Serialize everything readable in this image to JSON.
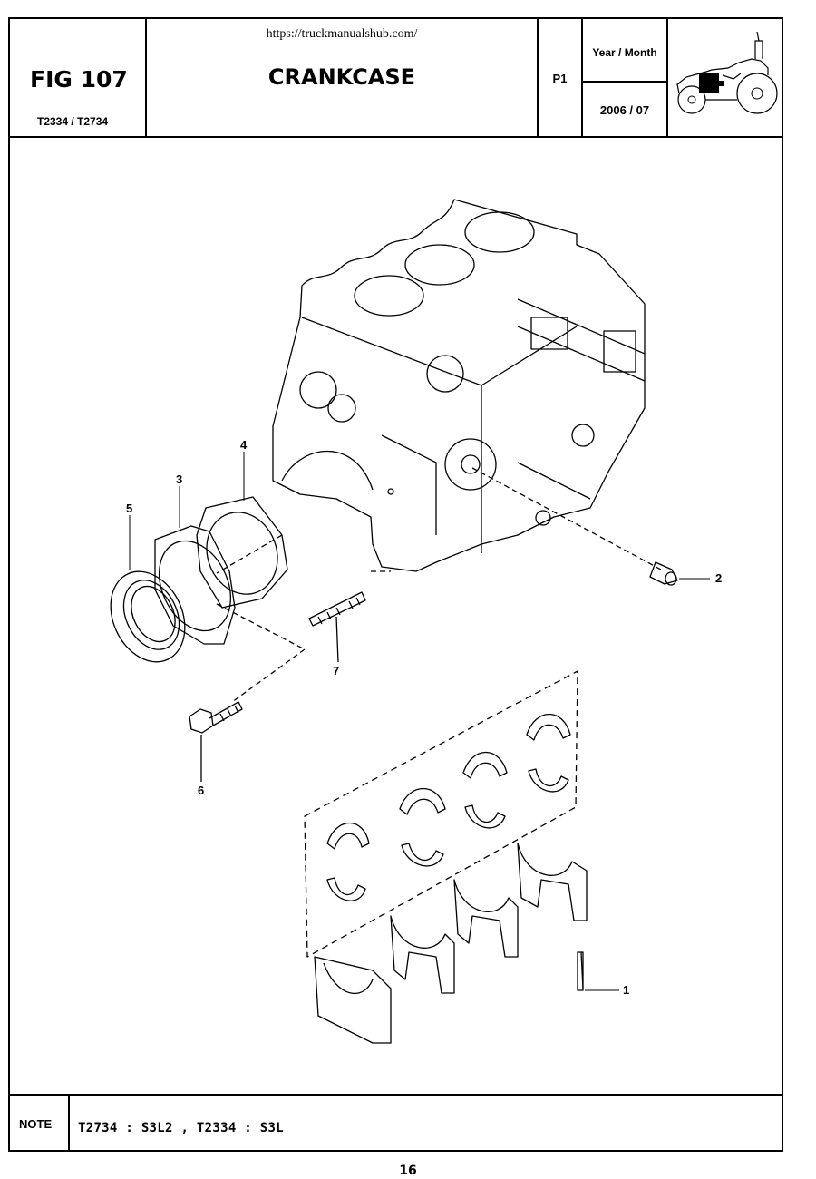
{
  "header": {
    "fig_number": "FIG 107",
    "models": "T2334 / T2734",
    "url": "https://truckmanualshub.com/",
    "title": "CRANKCASE",
    "page": "P1",
    "year_month_label": "Year / Month",
    "year_month_value": "2006 / 07",
    "logo_icon": "tractor-icon"
  },
  "callouts": [
    "1",
    "2",
    "3",
    "4",
    "5",
    "6",
    "7"
  ],
  "note": {
    "label": "NOTE",
    "text": "T2734 : S3L2 , T2334 : S3L"
  },
  "footer": {
    "page_number": "16"
  }
}
